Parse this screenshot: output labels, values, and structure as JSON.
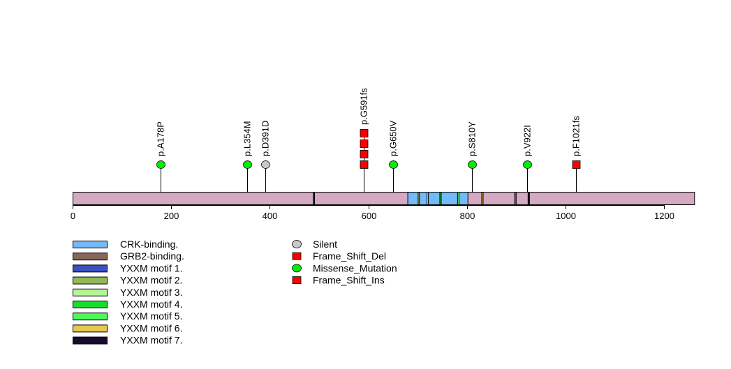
{
  "chart_data": {
    "type": "lollipop",
    "protein_length": 1261,
    "xlim": [
      0,
      1261
    ],
    "x_ticks": [
      0,
      200,
      400,
      600,
      800,
      1000,
      1200
    ],
    "backbone_color": "#d4a9c2",
    "domains": [
      {
        "name": "CRK-binding.",
        "start": 680,
        "end": 802,
        "color": "#74b9f8"
      },
      {
        "name": "GRB2-binding.",
        "start": 897,
        "end": 899,
        "color": "#8a6658"
      },
      {
        "name": "YXXM motif 1.",
        "start": 488,
        "end": 490,
        "color": "#3a50c0"
      },
      {
        "name": "YXXM motif 2.",
        "start": 701,
        "end": 703,
        "color": "#92b954"
      },
      {
        "name": "YXXM motif 3.",
        "start": 719,
        "end": 721,
        "color": "#b5f596"
      },
      {
        "name": "YXXM motif 4.",
        "start": 745,
        "end": 747,
        "color": "#16df2c"
      },
      {
        "name": "YXXM motif 5.",
        "start": 781,
        "end": 783,
        "color": "#50f85c"
      },
      {
        "name": "YXXM motif 6.",
        "start": 830,
        "end": 832,
        "color": "#e6c84c"
      },
      {
        "name": "YXXM motif 7.",
        "start": 924,
        "end": 926,
        "color": "#1a0a2e"
      }
    ],
    "mutation_types": [
      {
        "name": "Silent",
        "shape": "circle",
        "color": "#c8c8c8"
      },
      {
        "name": "Frame_Shift_Del",
        "shape": "square",
        "color": "#ff0000"
      },
      {
        "name": "Missense_Mutation",
        "shape": "circle",
        "color": "#00ee00"
      },
      {
        "name": "Frame_Shift_Ins",
        "shape": "square",
        "color": "#ff0000"
      }
    ],
    "mutations": [
      {
        "label": "p.A178P",
        "position": 178,
        "type": "Missense_Mutation",
        "count": 1
      },
      {
        "label": "p.L354M",
        "position": 354,
        "type": "Missense_Mutation",
        "count": 1
      },
      {
        "label": "p.D391D",
        "position": 391,
        "type": "Silent",
        "count": 1
      },
      {
        "label": "p.G591fs",
        "position": 591,
        "type": "Frame_Shift_Del",
        "count": 4
      },
      {
        "label": "p.G650V",
        "position": 650,
        "type": "Missense_Mutation",
        "count": 1
      },
      {
        "label": "p.S810Y",
        "position": 810,
        "type": "Missense_Mutation",
        "count": 1
      },
      {
        "label": "p.V922I",
        "position": 922,
        "type": "Missense_Mutation",
        "count": 1
      },
      {
        "label": "p.F1021fs",
        "position": 1021,
        "type": "Frame_Shift_Ins",
        "count": 1
      }
    ]
  }
}
